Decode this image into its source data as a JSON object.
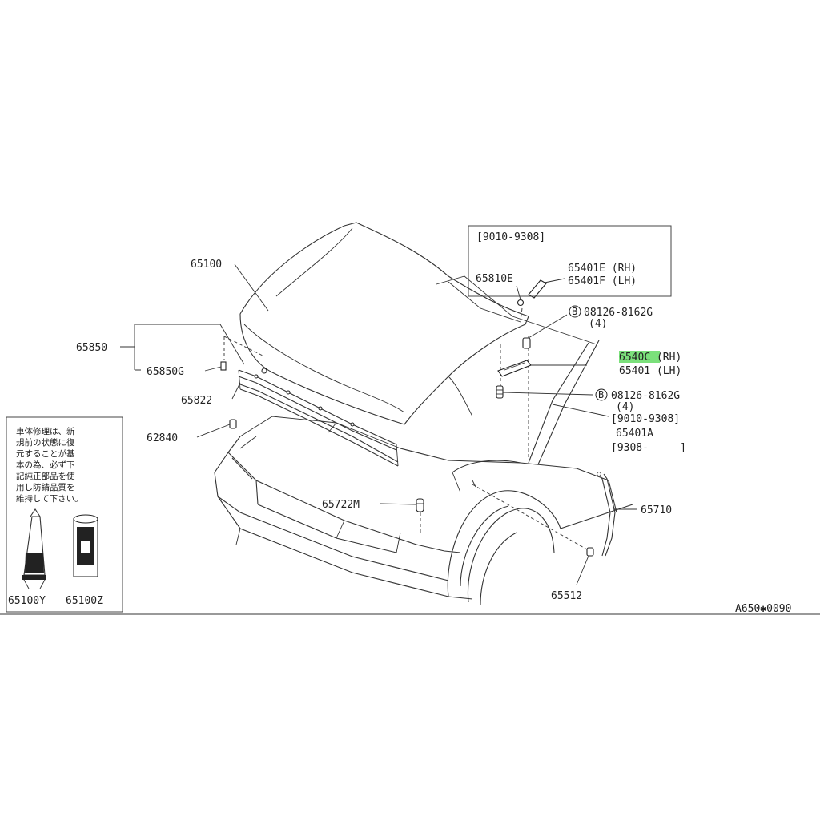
{
  "labels": {
    "hood": "65100",
    "hood_insulator_group": "65850",
    "hood_insulator_clip": "65850G",
    "seal": "65822",
    "bumper_rubber": "62840",
    "cap": "65722M",
    "stay": "65710",
    "grommet": "65512",
    "striker_clip": "65810E",
    "hinge_rh_early": "65401E (RH)",
    "hinge_lh_early": "65401F (LH)",
    "bolt_top": "08126-8162G",
    "bolt_top_qty": "(4)",
    "hinge_rh_prefix": "6540",
    "hinge_rh_highlight": "C",
    "hinge_rh_suffix": " (RH)",
    "hinge_lh": "65401 (LH)",
    "bolt_bottom": "08126-8162G",
    "bolt_bottom_qty": "(4)",
    "period_b": "[9010-9308]",
    "hinge_alt": "65401A",
    "period_c": "[9308-     ]",
    "bolt_marker": "B"
  },
  "inset": {
    "period": "[9010-9308]"
  },
  "notice": {
    "lines": [
      "車体修理は、新",
      "規前の状態に復",
      "元することが基",
      "本の為、必ず下",
      "記純正部品を使",
      "用し防錆品質を",
      "維持して下さい。"
    ],
    "left_part": "65100Y",
    "right_part": "65100Z"
  },
  "footer": {
    "ref": "A650✱0090"
  },
  "colors": {
    "highlight": "#7be07b",
    "line": "#333333"
  }
}
